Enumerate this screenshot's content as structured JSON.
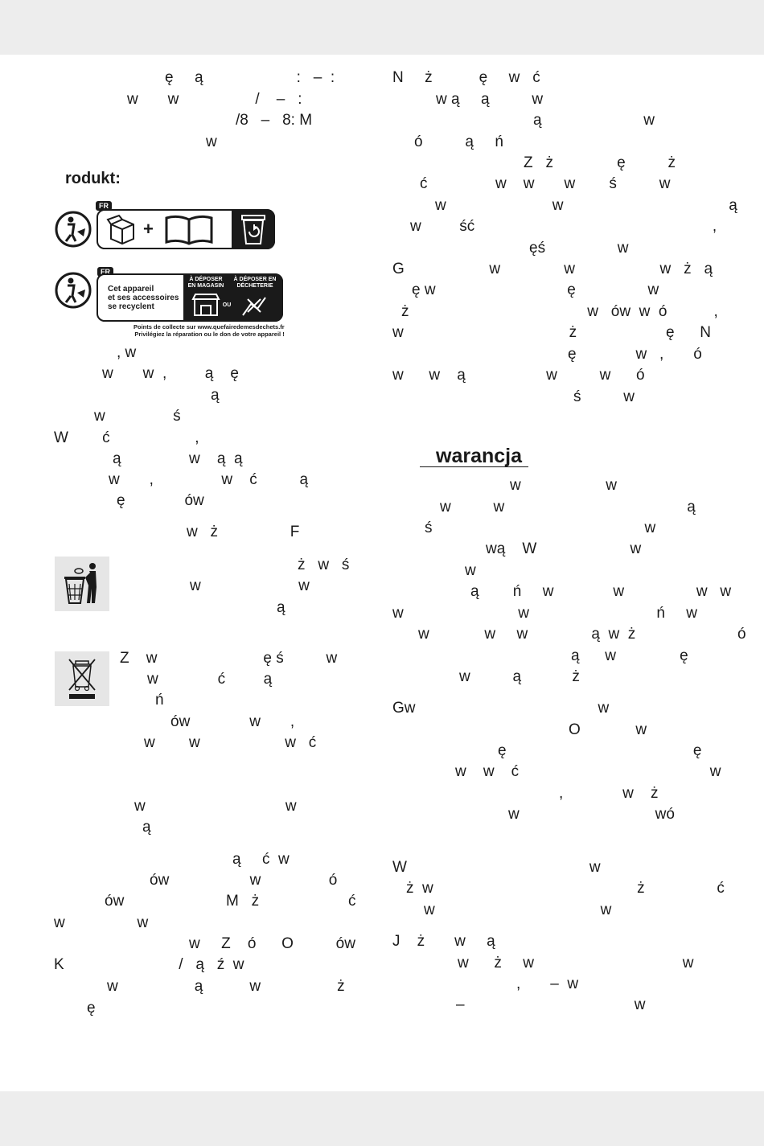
{
  "left_column": {
    "lines_top": [
      "ę     ą                      :   –  :",
      "w       w                  /    –   :",
      "/8   –   8: M",
      "w"
    ],
    "product_heading": "rodukt:",
    "triman": {
      "badge": "FR",
      "text": "Cet appareil\net ses accessoires\nse recyclent",
      "magasin": "À DÉPOSER\nEN MAGASIN",
      "ou": "OU",
      "decheterie": "À DÉPOSER\nEN DÉCHETERIE",
      "footer": "Points de collecte sur www.quefairedemesdechets.fr\nPrivilégiez la réparation ou le don de votre appareil !"
    },
    "lines_mid": [
      ", w",
      "w       w  ,         ą    ę",
      "ą",
      "w                ś",
      "W        ć                    ,",
      "ą                w    ą  ą",
      "w       ,                w    ć          ą",
      "ę              ów",
      "w   ż                 F"
    ],
    "bin_lines": [
      "ż   w   ś",
      "w                       w",
      "ą"
    ],
    "weee_lines": [
      "Z    w                         ę ś          w",
      "w              ć         ą",
      "ń",
      "ów              w       ,",
      "w        w                    w   ć"
    ],
    "lines_bottom": [
      "w                                 w",
      "ą",
      "ą     ć  w",
      "ów                   w                ó",
      "ów                        M   ż                     ć",
      "w                 w",
      "w     Z    ó      O          ów",
      "K                           /   ą   ź  w",
      "w                  ą           w                  ż",
      "ę"
    ]
  },
  "right_column": {
    "lines_top": [
      "N     ż           ę     w   ć",
      "w ą     ą          w",
      "ą                        w",
      "ó          ą     ń",
      "Z   ż               ę          ż",
      "ć                w    w       w        ś          w",
      "w                         w                                       ą",
      "w         ść                                                        ,",
      "ęś                 w",
      "G                    w               w                    w   ż   ą",
      "ę w                               ę                 w",
      "ż                                          w   ów  w  ó           ,",
      "w                                       ż                     ę      N",
      "ę              w   ,       ó",
      "w      w    ą                   w          w      ó",
      "ś          w"
    ],
    "warranty_heading": "warancja",
    "lines_warranty": [
      "w                    w",
      "w          w                                           ą",
      "ś                                                  w",
      "wą    W                      w",
      "w",
      "ą        ń     w              w                 w   w",
      "w                           w                              ń     w",
      "w             w     w               ą  w  ż                        ó",
      "ą      w               ę",
      "w          ą            ż"
    ],
    "lines_gw": [
      "Gw                                           w",
      "O             w",
      "ę                                            ę",
      "w    w    ć                                             w",
      ",              w    ż",
      "w                                wó"
    ],
    "lines_w": [
      "W                                           w",
      "ż  w                                                ż                 ć",
      "w                                       w"
    ],
    "lines_j": [
      "J    ż       w     ą",
      "w      ż     w                                   w",
      ",       –  w",
      "–                                        w"
    ]
  }
}
